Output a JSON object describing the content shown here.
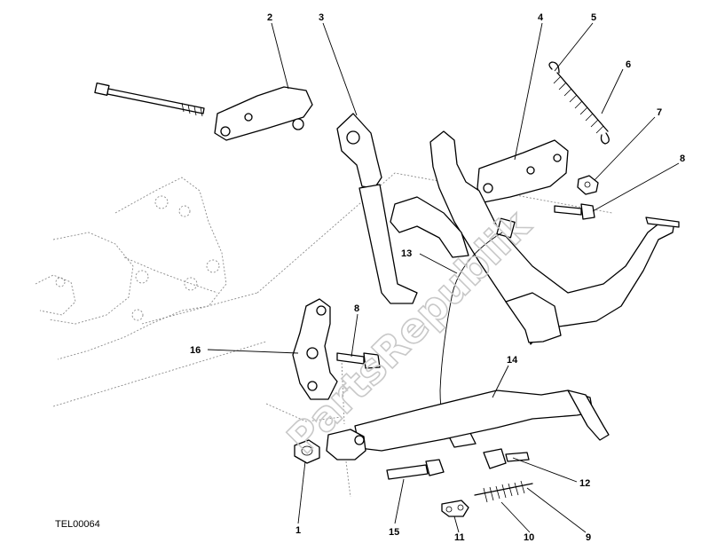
{
  "drawing_code": "TEL00064",
  "watermark": "PartsRepublik",
  "callouts": [
    "2",
    "3",
    "4",
    "5",
    "6",
    "7",
    "8",
    "13",
    "16",
    "8",
    "14",
    "12",
    "1",
    "15",
    "11",
    "10",
    "9"
  ],
  "colors": {
    "line": "#000000",
    "ghost": "#8a8a8a",
    "watermark": "#c8c8c8"
  }
}
